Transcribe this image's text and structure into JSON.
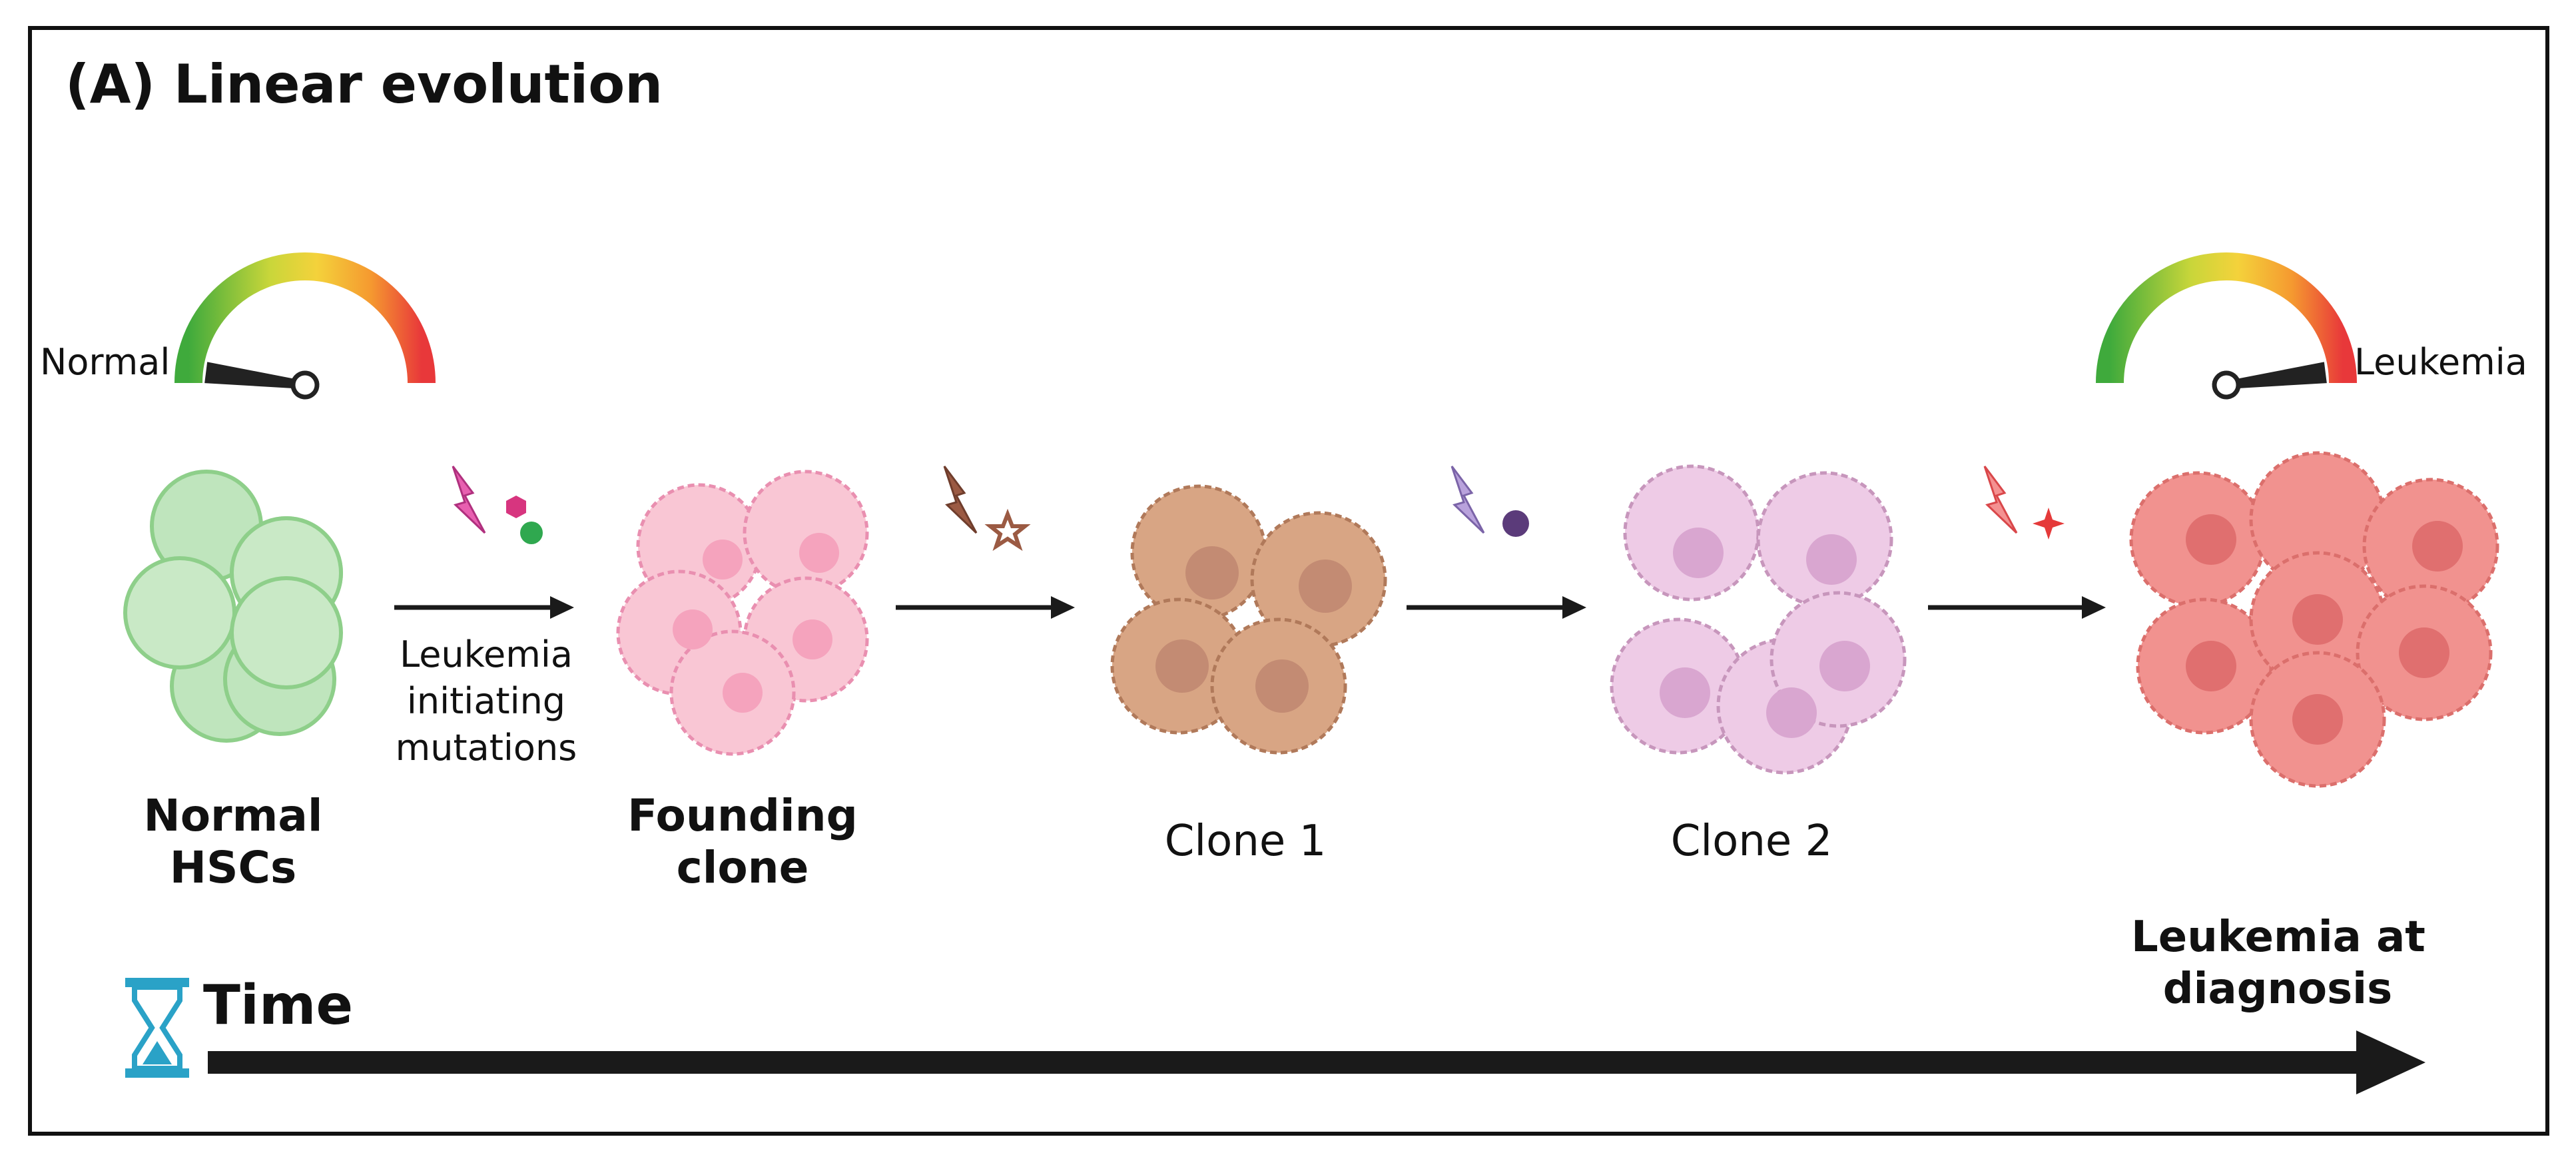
{
  "panel": {
    "title": "(A) Linear evolution"
  },
  "gauges": {
    "start_label": "Normal",
    "end_label": "Leukemia",
    "start_needle_level": 0.04,
    "end_needle_level": 0.96
  },
  "stages": [
    {
      "label_line1": "Normal",
      "label_line2": "HSCs",
      "cell_color": "#bfe5bd"
    },
    {
      "label_line1": "Founding",
      "label_line2": "clone",
      "cell_color": "#f9c6d4"
    },
    {
      "label_line1": "Clone 1",
      "label_line2": "",
      "cell_color": "#d8a584"
    },
    {
      "label_line1": "Clone 2",
      "label_line2": "",
      "cell_color": "#eecbe6"
    },
    {
      "label_line1": "",
      "label_line2": "",
      "cell_color": "#f1928f"
    }
  ],
  "transitions": [
    {
      "bolt_color": "#e85fb0",
      "mutation_label_lines": [
        "Leukemia",
        "initiating",
        "mutations"
      ]
    },
    {
      "bolt_color": "#9b5a43",
      "mutation_label_lines": []
    },
    {
      "bolt_color": "#9f86c6",
      "mutation_label_lines": []
    },
    {
      "bolt_color": "#e8696c",
      "mutation_label_lines": []
    }
  ],
  "timeline": {
    "label": "Time",
    "end_label_line1": "Leukemia at",
    "end_label_line2": "diagnosis",
    "icon": "hourglass-icon"
  },
  "colors": {
    "border": "#111111",
    "arrow": "#1a1a1a",
    "hourglass": "#2aa2c7"
  }
}
